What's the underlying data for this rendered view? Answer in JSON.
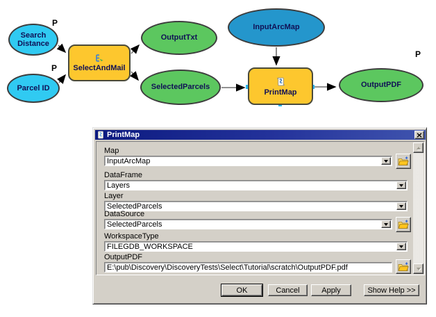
{
  "diagram": {
    "parameter_marker": "P",
    "nodes": [
      {
        "id": "search-distance",
        "label": "Search Distance",
        "kind": "input-variable"
      },
      {
        "id": "parcel-id",
        "label": "Parcel ID",
        "kind": "input-variable"
      },
      {
        "id": "select-and-mail",
        "label": "SelectAndMail",
        "kind": "model-tool"
      },
      {
        "id": "output-txt",
        "label": "OutputTxt",
        "kind": "output-variable"
      },
      {
        "id": "selected-parcels",
        "label": "SelectedParcels",
        "kind": "output-variable"
      },
      {
        "id": "input-arc-map",
        "label": "InputArcMap",
        "kind": "input-variable"
      },
      {
        "id": "print-map",
        "label": "PrintMap",
        "kind": "script-tool"
      },
      {
        "id": "output-pdf",
        "label": "OutputPDF",
        "kind": "output-variable"
      }
    ],
    "connections": [
      "search-distance -> select-and-mail",
      "parcel-id -> select-and-mail",
      "select-and-mail -> output-txt",
      "select-and-mail -> selected-parcels",
      "selected-parcels -> print-map",
      "input-arc-map -> print-map",
      "print-map -> output-pdf"
    ],
    "colors": {
      "input_cyan": "#30CAF2",
      "input_blue": "#2496CC",
      "output_green": "#5CC75F",
      "tool_yellow": "#FDC72E"
    }
  },
  "dialog": {
    "title": "PrintMap",
    "titlebar_color": "#0C1A80",
    "background_color": "#D4D0C8",
    "fields": [
      {
        "label": "Map",
        "value": "InputArcMap",
        "type": "combo",
        "browse": true
      },
      {
        "label": "DataFrame",
        "value": "Layers",
        "type": "combo",
        "browse": false
      },
      {
        "label": "Layer",
        "value": "SelectedParcels",
        "type": "combo",
        "browse": false
      },
      {
        "label": "DataSource",
        "value": "SelectedParcels",
        "type": "combo",
        "browse": true
      },
      {
        "label": "WorkspaceType",
        "value": "FILEGDB_WORKSPACE",
        "type": "combo",
        "browse": false
      },
      {
        "label": "OutputPDF",
        "value": "E:\\pub\\Discovery\\DiscoveryTests\\Select\\Tutorial\\scratch\\OutputPDF.pdf",
        "type": "text",
        "browse": true
      }
    ],
    "buttons": {
      "ok": "OK",
      "cancel": "Cancel",
      "apply": "Apply",
      "show_help": "Show Help >>"
    },
    "icons": [
      "script-icon",
      "close-icon",
      "open-folder-icon",
      "dropdown-arrow-icon",
      "scroll-up-icon",
      "scroll-down-icon",
      "model-icon"
    ]
  }
}
